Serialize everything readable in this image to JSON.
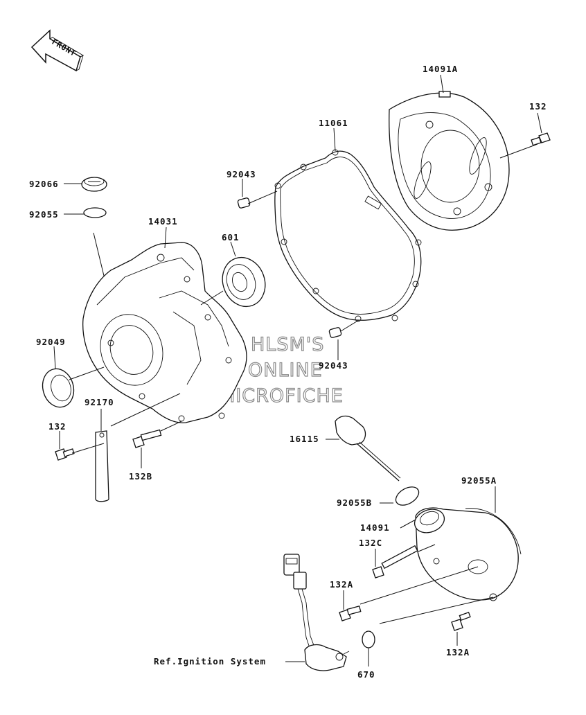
{
  "direction_arrow": {
    "text": "FRONT"
  },
  "watermark": {
    "line1": "HLSM'S",
    "line2": "ONLINE",
    "line3": "MICROFICHE"
  },
  "labels": {
    "p14091A": "14091A",
    "p132_top": "132",
    "p11061": "11061",
    "p92043_top": "92043",
    "p92066": "92066",
    "p92055": "92055",
    "p14031": "14031",
    "p601": "601",
    "p92049": "92049",
    "p92043_bot": "92043",
    "p92170": "92170",
    "p132_left": "132",
    "p132B": "132B",
    "p16115": "16115",
    "p92055A": "92055A",
    "p92055B": "92055B",
    "p14091": "14091",
    "p132C": "132C",
    "p132A_left": "132A",
    "p132A_right": "132A",
    "p670": "670",
    "ref_ignition": "Ref.Ignition System"
  }
}
